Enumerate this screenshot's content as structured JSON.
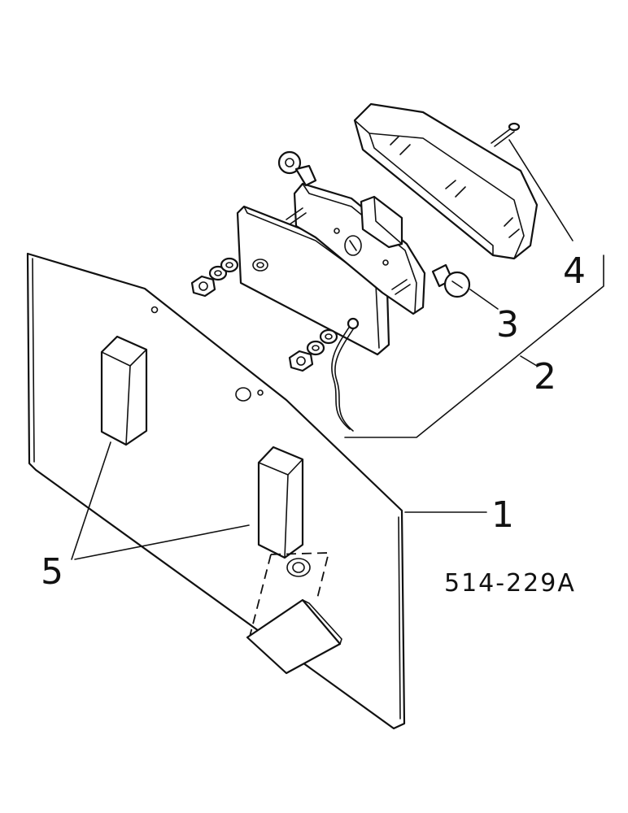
{
  "figure_code": "514-229A",
  "callouts": {
    "panel": "1",
    "lamp_assembly": "2",
    "bulb": "3",
    "screw": "4",
    "spacer_blocks": "5"
  }
}
